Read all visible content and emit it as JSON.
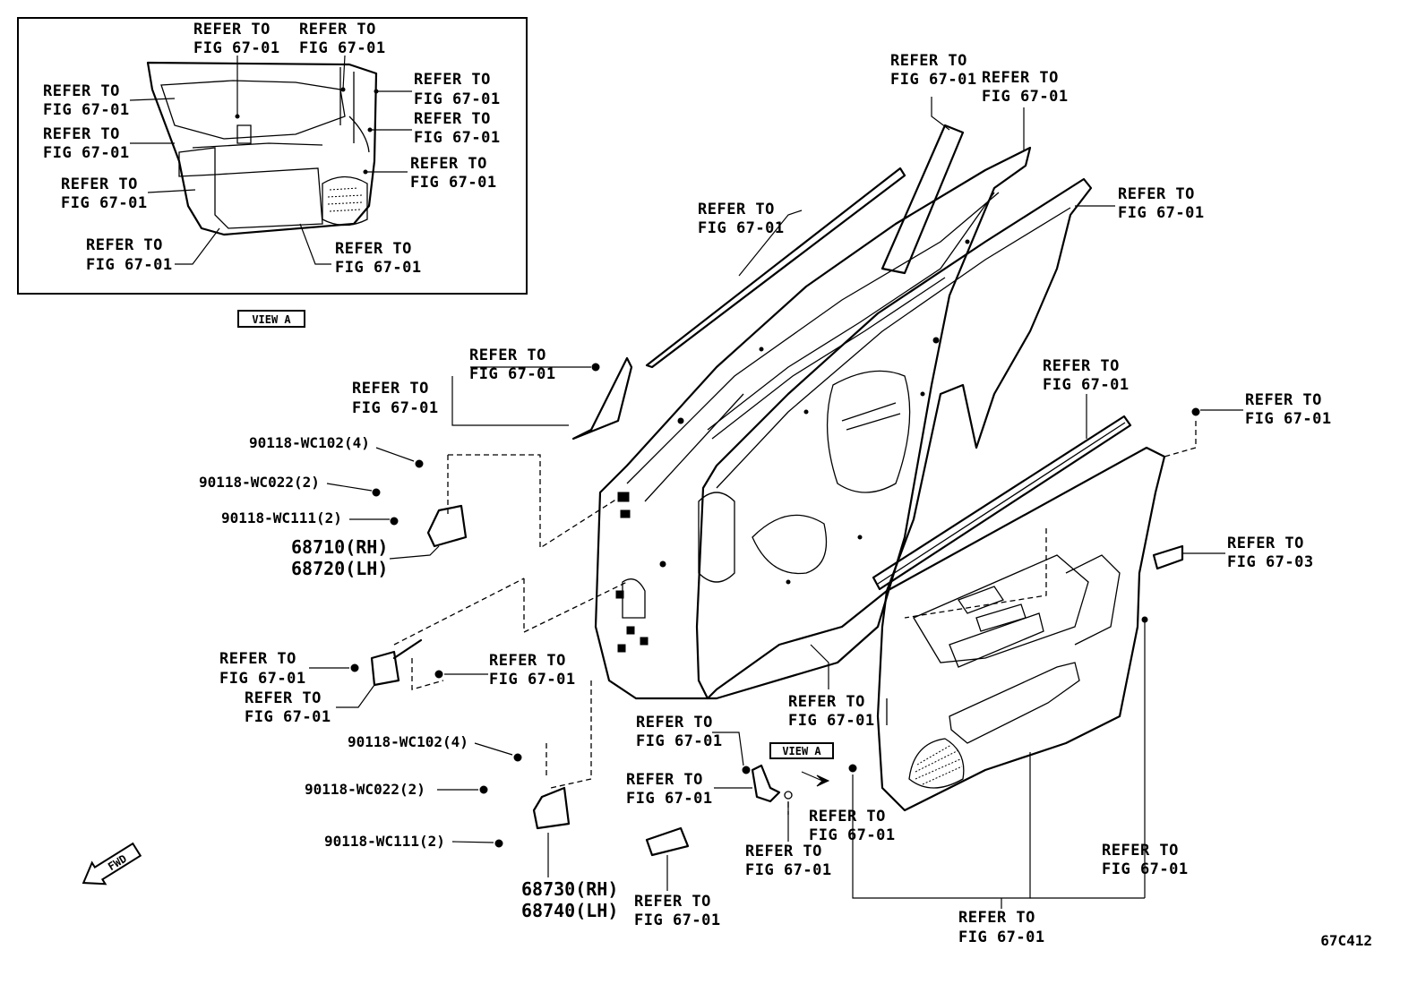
{
  "ref_text": "REFER TO",
  "fig_text": "FIG 67-01",
  "fig_text_03": "FIG 67-03",
  "view_a": "VIEW A",
  "fwd": "FWD",
  "diagram_code": "67C412",
  "parts": {
    "bolt_102_upper": "90118-WC102(4)",
    "bolt_022_upper": "90118-WC022(2)",
    "bolt_111_upper": "90118-WC111(2)",
    "hinge_upper_rh": "68710(RH)",
    "hinge_upper_lh": "68720(LH)",
    "bolt_102_lower": "90118-WC102(4)",
    "bolt_022_lower": "90118-WC022(2)",
    "bolt_111_lower": "90118-WC111(2)",
    "hinge_lower_rh": "68730(RH)",
    "hinge_lower_lh": "68740(LH)"
  }
}
